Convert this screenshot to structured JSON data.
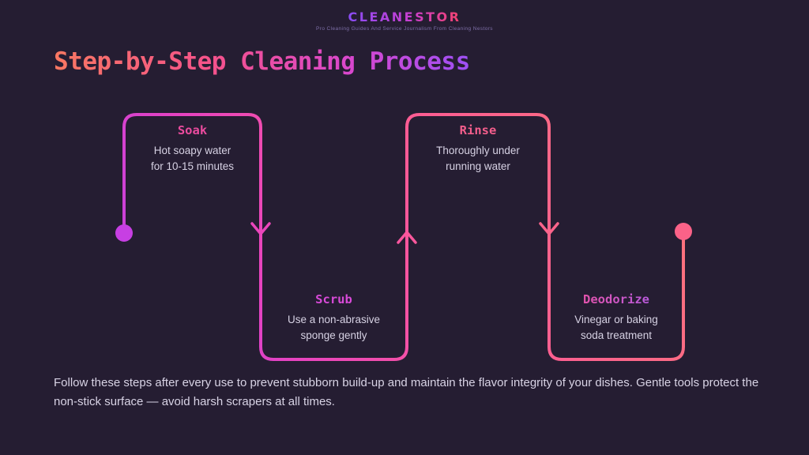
{
  "brand": {
    "name": "CLEANESTOR",
    "tagline": "Pro Cleaning Guides And Service Journalism From Cleaning Nestors"
  },
  "title": "Step-by-Step Cleaning Process",
  "steps": [
    {
      "id": "soak",
      "title": "Soak",
      "desc": "Hot soapy water\nfor 10-15 minutes"
    },
    {
      "id": "scrub",
      "title": "Scrub",
      "desc": "Use a non-abrasive\nsponge gently"
    },
    {
      "id": "rinse",
      "title": "Rinse",
      "desc": "Thoroughly under\nrunning water"
    },
    {
      "id": "deodorize",
      "title": "Deodorize",
      "desc": "Vinegar or baking\nsoda treatment"
    }
  ],
  "footer_note": "Follow these steps after every use to prevent stubborn build-up and maintain the flavor integrity of your dishes. Gentle tools protect the\nnon-stick surface — avoid harsh scrapers at all times.",
  "colors": {
    "background": "#251d32",
    "start_dot": "#c73fe3",
    "end_dot": "#fb6288",
    "path_gradient": [
      "#b23ef0",
      "#e743c0",
      "#fd5a96",
      "#fc6a85",
      "#fe7d70"
    ],
    "title_gradient": [
      "#f97862",
      "#f5528b",
      "#d847cf",
      "#9d50f5"
    ]
  }
}
